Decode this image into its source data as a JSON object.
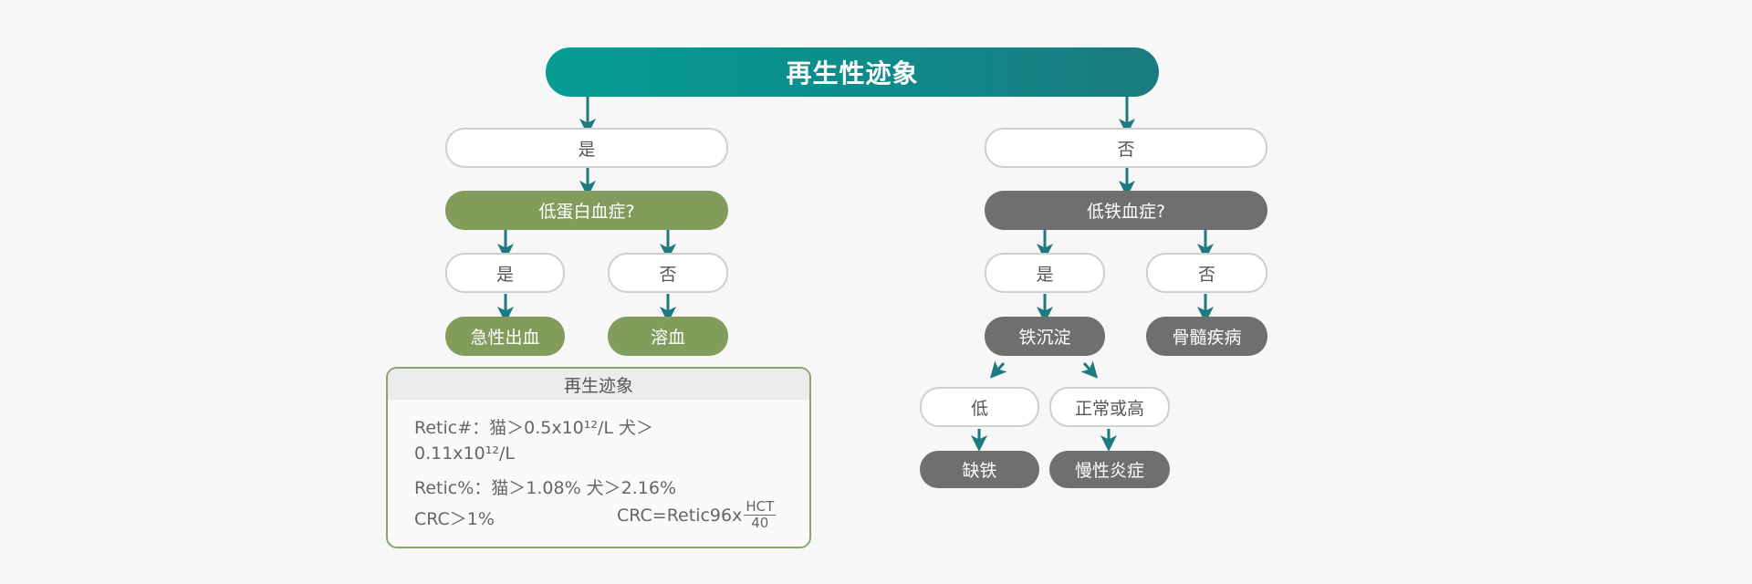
{
  "title": "再生性迹象",
  "left": {
    "answer": "是",
    "question": "低蛋白血症?",
    "branch_yes": {
      "label": "是",
      "result": "急性出血"
    },
    "branch_no": {
      "label": "否",
      "result": "溶血"
    }
  },
  "right": {
    "answer": "否",
    "question": "低铁血症?",
    "branch_yes": {
      "label": "是",
      "result": "铁沉淀",
      "sub_low": {
        "label": "低",
        "result": "缺铁"
      },
      "sub_normal": {
        "label": "正常或高",
        "result": "慢性炎症"
      }
    },
    "branch_no": {
      "label": "否",
      "result": "骨髓疾病"
    }
  },
  "infobox": {
    "title": "再生迹象",
    "line1": "Retic#：猫＞0.5x10¹²/L      犬＞",
    "line2": "0.11x10¹²/L",
    "line3": "Retic%：猫＞1.08%       犬＞2.16%",
    "line4_left": "CRC＞1%",
    "line4_right": "CRC=Retic96x",
    "frac_num": "HCT",
    "frac_den": "40"
  },
  "colors": {
    "title_gradient_start": "#069c95",
    "title_gradient_end": "#1b7a80",
    "arrow": "#1d7b7f",
    "green_node": "#829c5c",
    "gray_node": "#6f6f6f",
    "outline": "#cfcfcf",
    "infobox_border": "#8aa567"
  }
}
